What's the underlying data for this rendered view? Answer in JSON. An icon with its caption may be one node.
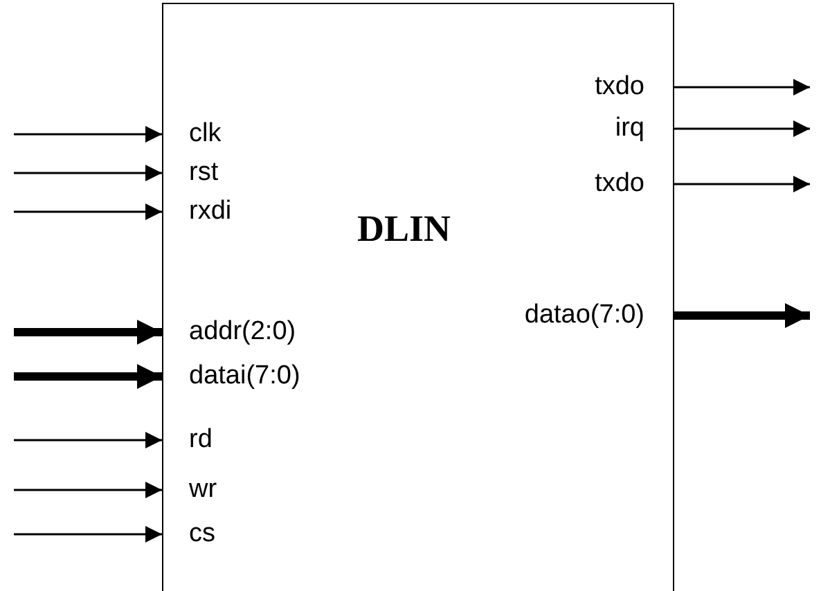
{
  "diagram": {
    "nodes": [
      {
        "text": [
          "DLIN"
        ]
      },
      {
        "text": [
          "clk"
        ],
        "in": 0
      },
      {
        "text": [
          "rst"
        ],
        "in": 0
      },
      {
        "text": [
          "rxdi"
        ],
        "in": 0
      },
      {
        "text": [
          "addr(2:0)"
        ],
        "in": 0
      },
      {
        "text": [
          "datai(7:0)"
        ],
        "in": 0
      },
      {
        "text": [
          "rd"
        ],
        "in": 0
      },
      {
        "text": [
          "wr"
        ],
        "in": 0
      },
      {
        "text": [
          "cs"
        ],
        "in": 0
      },
      {
        "text": [
          "txdo"
        ],
        "in": 0
      },
      {
        "text": [
          "irq"
        ],
        "in": 0
      },
      {
        "text": [
          "txdo"
        ],
        "in": 0
      },
      {
        "text": [
          "datao(7:0)"
        ],
        "in": 0
      }
    ],
    "edges": [
      {
        "from": null,
        "to": 1,
        "arrow": "to"
      },
      {
        "from": null,
        "to": 2,
        "arrow": "to"
      },
      {
        "from": null,
        "to": 3,
        "arrow": "to"
      },
      {
        "from": null,
        "to": 4,
        "arrow": "to",
        "style": "thick"
      },
      {
        "from": null,
        "to": 5,
        "arrow": "to",
        "style": "thick"
      },
      {
        "from": null,
        "to": 6,
        "arrow": "to"
      },
      {
        "from": null,
        "to": 7,
        "arrow": "to"
      },
      {
        "from": null,
        "to": 8,
        "arrow": "to"
      },
      {
        "from": 9,
        "to": null,
        "arrow": "to"
      },
      {
        "from": 10,
        "to": null,
        "arrow": "to"
      },
      {
        "from": 11,
        "to": null,
        "arrow": "to"
      },
      {
        "from": 12,
        "to": null,
        "arrow": "to",
        "style": "thick"
      }
    ]
  }
}
